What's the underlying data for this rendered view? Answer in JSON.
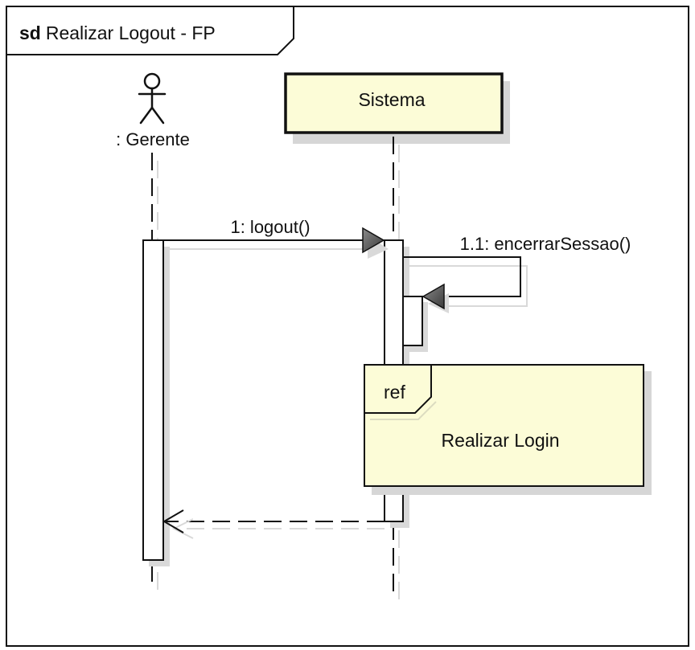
{
  "frame": {
    "keyword": "sd",
    "title": "Realizar Logout - FP"
  },
  "actor": {
    "label": ": Gerente"
  },
  "lifeline": {
    "label": "Sistema",
    "fill_color": "#fcfcd7"
  },
  "messages": [
    {
      "id": "m1",
      "label": "1: logout()",
      "kind": "synchronous"
    },
    {
      "id": "m1_1",
      "label": "1.1: encerrarSessao()",
      "kind": "self-synchronous"
    },
    {
      "id": "ret",
      "label": "",
      "kind": "return"
    }
  ],
  "interaction_use": {
    "keyword": "ref",
    "label": "Realizar Login",
    "fill_color": "#fcfcd7"
  },
  "colors": {
    "line": "#111111",
    "shadow": "#d4d4d4",
    "arrowhead_fill": "#6b6b6b"
  }
}
